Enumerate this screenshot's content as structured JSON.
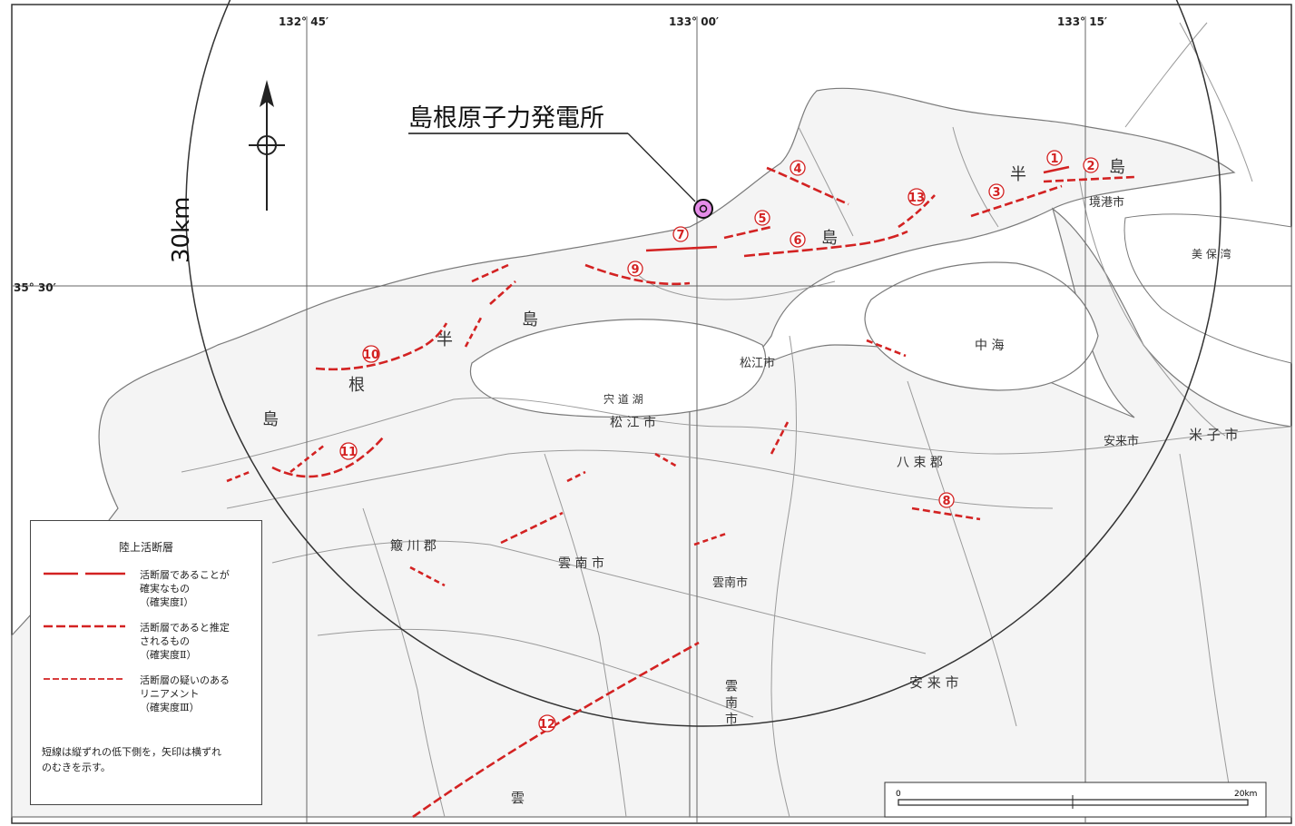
{
  "coords": {
    "lon_132_45": "132°  45′",
    "lon_133_00": "133°  00′",
    "lon_133_15": "133°  15′",
    "lat_35_30": "35°  30′"
  },
  "plant": {
    "label": "島根原子力発電所",
    "marker_color": "#e58ce8"
  },
  "radius_label": "30km",
  "scale": {
    "start": "0",
    "end": "20km"
  },
  "colors": {
    "fault": "#d32222",
    "map_line": "#8a8a8a",
    "frame": "#333333"
  },
  "places": {
    "matsue_city_1": "松江市",
    "matsue_city_2": "松 江 市",
    "sakaiminato": "境港市",
    "yasugi_city_1": "安来市",
    "yasugi_city_2": "安 来 市",
    "yonago": "米 子 市",
    "unnan_1": "雲 南 市",
    "unnan_2": "雲南市",
    "unnan_3": "雲 南 市",
    "izumo": "雲",
    "hikawa": "簸 川 郡",
    "yatsuka": "八 束 郡",
    "shimane_peninsula_1": "島",
    "shimane_peninsula_2": "根",
    "shimane_peninsula_3": "半",
    "shimane_peninsula_4": "島",
    "peninsula_east_1": "半",
    "peninsula_east_2": "島",
    "peninsula_mid": "島",
    "nakaumi": "中  海",
    "lake": "宍  道  湖",
    "miho": "美  保  湾"
  },
  "faults": [
    "1",
    "2",
    "3",
    "4",
    "5",
    "6",
    "7",
    "8",
    "9",
    "10",
    "11",
    "12",
    "13"
  ],
  "legend": {
    "title": "陸上活断層",
    "items": [
      {
        "lines": [
          "活断層であることが",
          "確実なもの",
          "（確実度Ⅰ）"
        ]
      },
      {
        "lines": [
          "活断層であると推定",
          "されるもの",
          "（確実度Ⅱ）"
        ]
      },
      {
        "lines": [
          "活断層の疑いのある",
          "リニアメント",
          "（確実度Ⅲ）"
        ]
      }
    ],
    "note": [
      "短線は縦ずれの低下側を，矢印は横ずれ",
      "のむきを示す。"
    ]
  }
}
